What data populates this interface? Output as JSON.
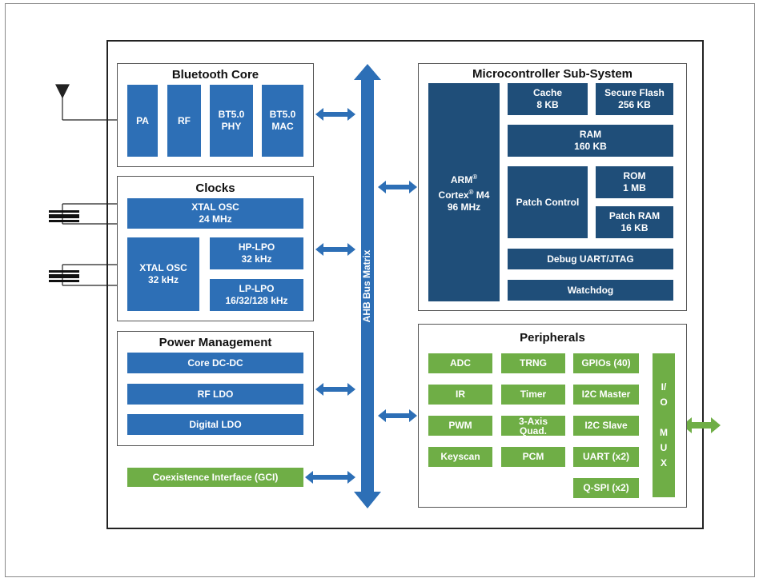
{
  "colors": {
    "blue": "#2d6fb6",
    "dark_blue": "#1f4e79",
    "green": "#6fae46",
    "line": "#222222"
  },
  "bus": {
    "label": "AHB Bus Matrix"
  },
  "bluetooth": {
    "title": "Bluetooth Core",
    "pa": "PA",
    "rf": "RF",
    "phy": "BT5.0\nPHY",
    "mac": "BT5.0\nMAC"
  },
  "clocks": {
    "title": "Clocks",
    "xtal24": "XTAL OSC\n24 MHz",
    "xtal32": "XTAL OSC\n32 kHz",
    "hplpo": "HP-LPO\n32 kHz",
    "lplpo": "LP-LPO\n16/32/128 kHz"
  },
  "power": {
    "title": "Power Management",
    "dcdc": "Core DC-DC",
    "rfldo": "RF LDO",
    "digldo": "Digital LDO"
  },
  "coex": {
    "label": "Coexistence Interface (GCI)"
  },
  "mcu": {
    "title": "Microcontroller Sub-System",
    "arm_line1": "ARM",
    "arm_reg": "®",
    "arm_line2": "Cortex",
    "arm_line2_reg": "®",
    "arm_line2_tail": " M4",
    "arm_line3": "96 MHz",
    "cache": "Cache\n8 KB",
    "flash": "Secure Flash\n256 KB",
    "ram": "RAM\n160 KB",
    "patch": "Patch Control",
    "rom": "ROM\n1 MB",
    "patchram": "Patch RAM\n16 KB",
    "debug": "Debug UART/JTAG",
    "watchdog": "Watchdog"
  },
  "peripherals": {
    "title": "Peripherals",
    "adc": "ADC",
    "trng": "TRNG",
    "gpio": "GPIOs (40)",
    "ir": "IR",
    "timer": "Timer",
    "i2cm": "I2C Master",
    "pwm": "PWM",
    "quad": "3-Axis\nQuad.",
    "i2cs": "I2C Slave",
    "keyscan": "Keyscan",
    "pcm": "PCM",
    "uart": "UART (x2)",
    "qspi": "Q-SPI (x2)",
    "iomux": "I/\nO\n\nM\nU\nX"
  }
}
